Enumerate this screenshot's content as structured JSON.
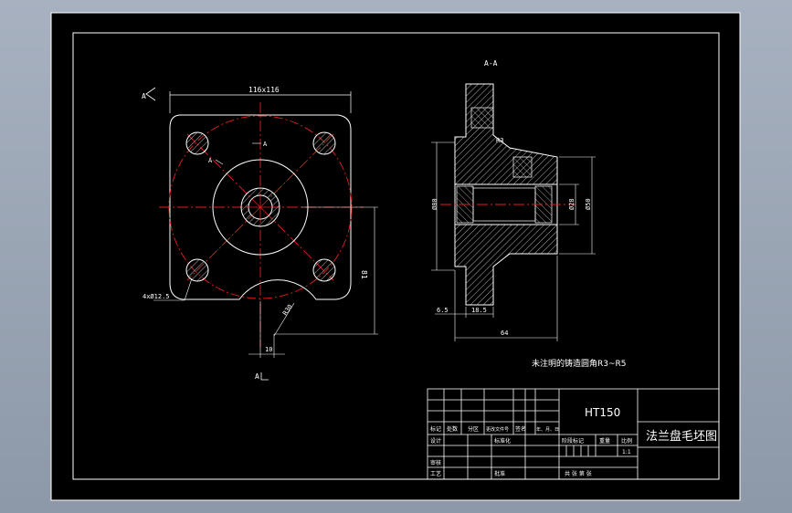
{
  "drawing": {
    "section_label": "A-A",
    "arrow_label_top": "A",
    "arrow_label_bottom": "A",
    "view_marker": "A",
    "front_view": {
      "dim_width": "116x116",
      "dim_holes": "4xØ12.5",
      "dim_height": "81",
      "dim_radius": "R30",
      "dim_offset": "10",
      "section_mark": "A"
    },
    "section_view": {
      "dim_r3": "R3",
      "dim_left_dia": "Ø80",
      "dim_right_inner": "Ø28",
      "dim_right_outer": "Ø50",
      "dim_65": "6.5",
      "dim_185": "18.5",
      "dim_64": "64"
    },
    "note": "未注明的铸造圆角R3~R5"
  },
  "title_block": {
    "material": "HT150",
    "title": "法兰盘毛坯图",
    "cells": {
      "biaoji": "标记",
      "chushu": "处数",
      "fenqu": "分区",
      "gengai": "更改文件号",
      "qianming": "签名",
      "nianyueri": "年、月、日",
      "sheji": "设计",
      "biaozhunhua": "标准化",
      "jieduan": "阶段标记",
      "zhongliang": "重量",
      "bili": "比例",
      "scale": "1:1",
      "shenhe": "审核",
      "gongyi": "工艺",
      "pizhun": "批准",
      "gongzhang": "共  张  第  张"
    }
  }
}
